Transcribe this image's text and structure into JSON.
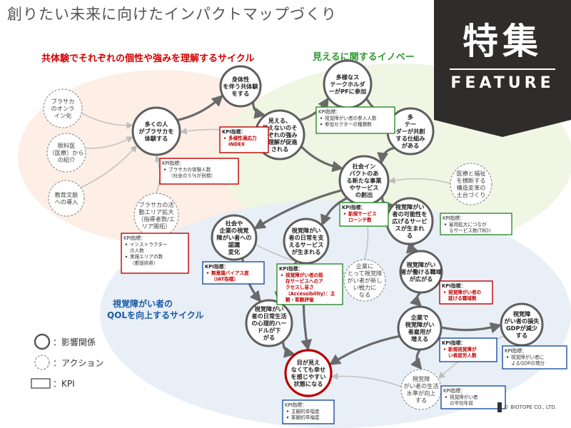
{
  "header": {
    "title": "創りたい未来に向けたインパクトマップづくり"
  },
  "badge": {
    "jp": "特集",
    "en": "FEATURE"
  },
  "cycles": {
    "red": "共体験でそれぞれの個性や強みを理解するサイクル",
    "green": "見えるに関するイノベー",
    "blue_l1": "視覚障がい者の",
    "blue_l2": "QOLを向上するサイクル"
  },
  "colors": {
    "red": "#d40000",
    "green": "#2e9a2e",
    "blue": "#1b5aa6",
    "node_stroke": "#666666"
  },
  "nodes": {
    "n_online": [
      "ブラサカ",
      "のオンラ",
      "イン化"
    ],
    "n_ophth": [
      "眼科医",
      "（医療）から",
      "の紹介"
    ],
    "n_edu": [
      "教育文脈",
      "への導入"
    ],
    "n_area": [
      "ブラサカの活",
      "動エリア拡大",
      "（指導者数/エ",
      "リア開拓）"
    ],
    "n_many": [
      "多くの人",
      "がブラサカを",
      "体験する"
    ],
    "n_body": [
      "身体性",
      "を伴う共体験",
      "をする"
    ],
    "n_see": [
      "見える、",
      "見えないのそ",
      "れぞれの強み",
      "の理解が促進",
      "される"
    ],
    "n_stake": [
      "多様なス",
      "テークホルダ",
      "ーがPFに参加"
    ],
    "n_mech": [
      "多",
      "テー",
      "ダーが共創",
      "する仕組み",
      "がある"
    ],
    "n_medical": [
      "医療と福祉",
      "を横断する",
      "構造変革の",
      "土台づくり"
    ],
    "n_social": [
      "社会イン",
      "パクトのあ",
      "る新たな事業",
      "やサービス",
      "の創出"
    ],
    "n_corp": [
      "社会や",
      "企業の視覚",
      "障がい者への",
      "認識",
      "変化"
    ],
    "n_daily": [
      "視覚障がい",
      "者の日常を支",
      "えるサービス",
      "が生まれる"
    ],
    "n_possib": [
      "視覚障がい",
      "者の可能性を",
      "広げるサービ",
      "スが生まれ",
      "る"
    ],
    "n_partner": [
      "企業に",
      "とって視覚障",
      "がい者が新し",
      "い戦力に",
      "なる"
    ],
    "n_job": [
      "視覚障がい",
      "者が働ける職域",
      "が広がる"
    ],
    "n_psych": [
      "視覚障がい",
      "者の日常生活",
      "の心理的ハー",
      "ドルが下",
      "がる"
    ],
    "n_happy": [
      "目が見え",
      "なくても幸せ",
      "を感じやすい",
      "状態になる"
    ],
    "n_employ": [
      "企業で",
      "視覚障がい",
      "者雇用が",
      "増える"
    ],
    "n_loss": [
      "視覚障",
      "がい者の損失",
      "GDPが減少",
      "する"
    ],
    "n_living": [
      "視覚障",
      "がい者の生活",
      "水準が向上",
      "する"
    ]
  },
  "kpis": {
    "k_diversity": {
      "head": "KPI指標：",
      "items": [
        "多様性適応力",
        "INDEX"
      ]
    },
    "k_exp": {
      "head": "KPI指標：",
      "items": [
        "ブラサカの体験人数",
        "（社会の５％が目標）"
      ]
    },
    "k_stake": {
      "head": "KPI指標：",
      "items": [
        "視覚障がい者の参入人数",
        "参加セクターの種類数"
      ]
    },
    "k_instr": {
      "head": "KPI指標：",
      "items": [
        "インストラクター",
        "の人数",
        "実施エリアの数",
        "（都道府県）"
      ]
    },
    "k_launch": {
      "head": "KPI指標：",
      "items": [
        "新規サービス",
        "ローンチ数"
      ]
    },
    "k_employ": {
      "head": "KPI指標：",
      "items": [
        "雇用拡大につなが",
        "るサービス数(TBD)"
      ]
    },
    "k_bias": {
      "head": "KPI指標：",
      "items": [
        "無意識バイアス度",
        "（IAT指標）"
      ]
    },
    "k_access": {
      "head": "KPI指標：",
      "items": [
        "視覚障がい者の既",
        "存サービスへのア",
        "クセスし易さ",
        "（Accessibility）：主",
        "観・客観評価"
      ]
    },
    "k_jobs": {
      "head": "KPI指標：",
      "items": [
        "視覚障がい者の",
        "就ける職域数"
      ]
    },
    "k_newemp": {
      "head": "KPI指標：",
      "items": [
        "新規視覚障が",
        "い者就労人数"
      ]
    },
    "k_gdp": {
      "head": "KPI指標：",
      "items": [
        "視覚障がい者に",
        "よるGDPの増分"
      ]
    },
    "k_wellbeing": {
      "head": "KPI指標：",
      "items": [
        "主観的幸福度",
        "客観的幸福度"
      ]
    },
    "k_income": {
      "head": "KPI指標：",
      "items": [
        "視覚障がい者",
        "の平均年収"
      ]
    }
  },
  "legend": {
    "influence": "：影響関係",
    "action": "：アクション",
    "kpi": "：KPI"
  },
  "footer": {
    "copyright": "© BIOTOPE CO., LTD."
  }
}
